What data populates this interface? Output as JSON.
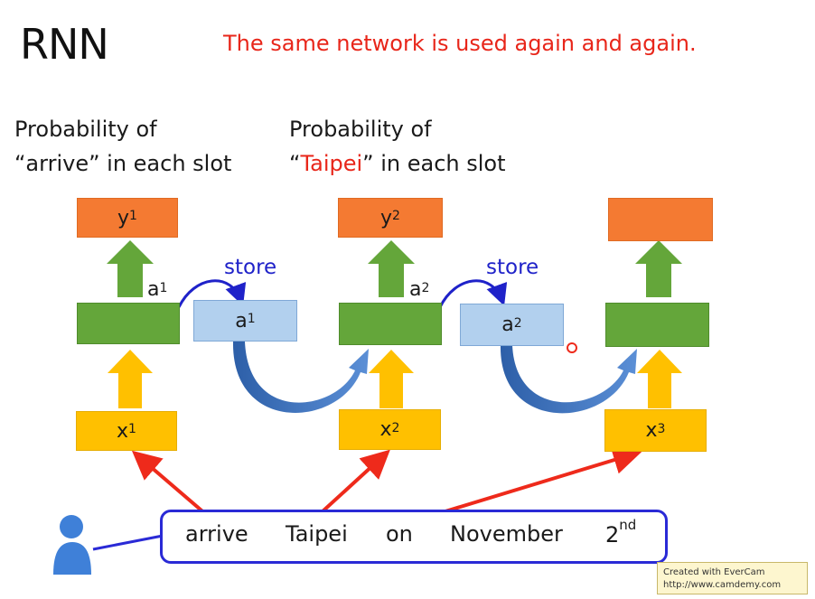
{
  "slide": {
    "title": "RNN",
    "subtitle": "The same network is used again and again."
  },
  "captions": {
    "left_line1": "Probability of",
    "left_line2": "“arrive” in each slot",
    "right_line1": "Probability of",
    "right_quote_open": "“",
    "right_highlight": "Taipei",
    "right_rest": "” in each slot"
  },
  "outputs": {
    "y1": "y",
    "y1_sup": "1",
    "y2": "y",
    "y2_sup": "2",
    "y3": ""
  },
  "hidden_labels": {
    "a1": "a",
    "a1_sup": "1",
    "a2": "a",
    "a2_sup": "2"
  },
  "memory": {
    "m1": "a",
    "m1_sup": "1",
    "m2": "a",
    "m2_sup": "2"
  },
  "store_labels": {
    "store1": "store",
    "store2": "store"
  },
  "inputs": {
    "x1": "x",
    "x1_sup": "1",
    "x2": "x",
    "x2_sup": "2",
    "x3": "x",
    "x3_sup": "3"
  },
  "sentence": {
    "w1": "arrive",
    "w2": "Taipei",
    "w3": "on",
    "w4": "November",
    "w5": "2",
    "w5_sup": "nd"
  },
  "watermark": {
    "line1": "Created with EverCam",
    "line2": "http://www.camdemy.com"
  },
  "colors": {
    "output": "#f47a32",
    "hidden": "#64a63a",
    "input": "#ffc000",
    "memory": "#b2d0ee",
    "highlight_red": "#e8261a",
    "highlight_blue": "#1f22c9"
  }
}
